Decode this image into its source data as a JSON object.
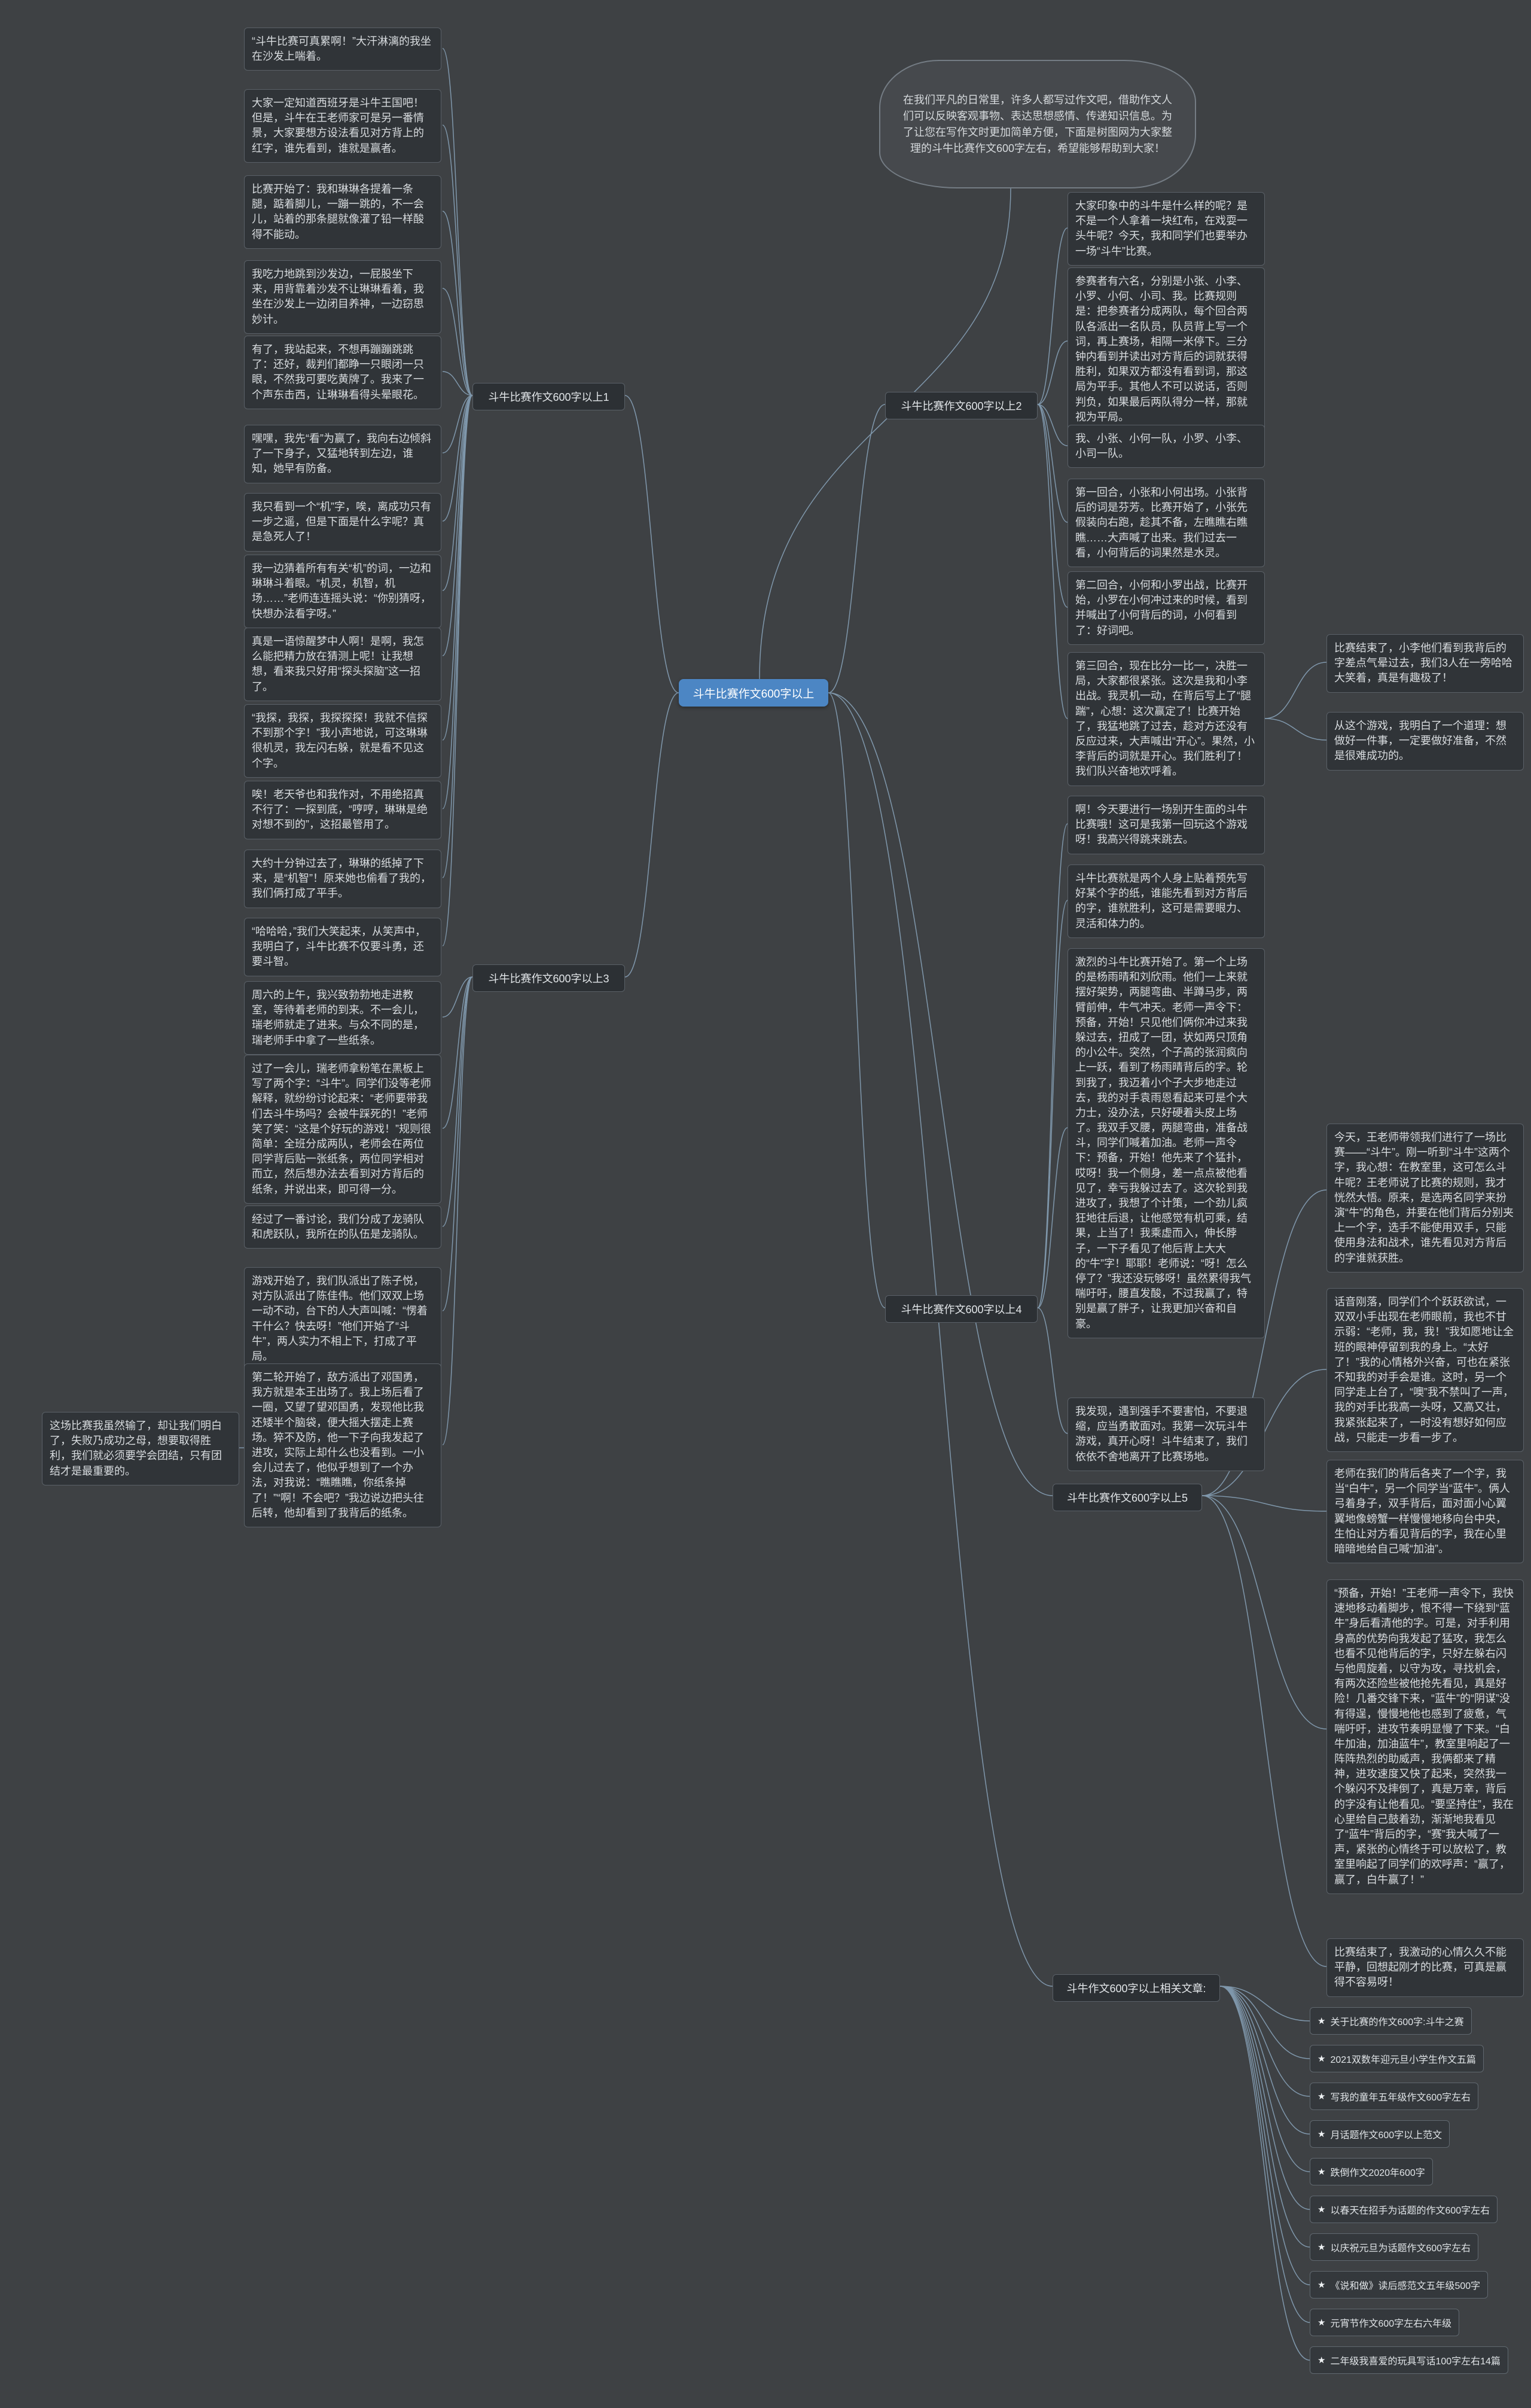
{
  "colors": {
    "background": "#3e4144",
    "node_background": "#303438",
    "root_node": "#4c86c4",
    "connector": "#8ba6bd"
  },
  "center": {
    "label": "斗牛比赛作文600字以上"
  },
  "intro": {
    "text": "在我们平凡的日常里，许多人都写过作文吧，借助作文人们可以反映客观事物、表达思想感情、传递知识信息。为了让您在写作文时更加简单方便，下面是树图网为大家整理的斗牛比赛作文600字左右，希望能够帮助到大家！"
  },
  "branches": [
    {
      "label": "斗牛比赛作文600字以上1",
      "nodes": [
        "“斗牛比赛可真累啊！”大汗淋漓的我坐在沙发上喘着。",
        "大家一定知道西班牙是斗牛王国吧！但是，斗牛在王老师家可是另一番情景，大家要想方设法看见对方背上的红字，谁先看到，谁就是赢者。",
        "比赛开始了：我和琳琳各提着一条腿，踮着脚儿，一蹦一跳的，不一会儿，站着的那条腿就像灌了铅一样酸得不能动。",
        "我吃力地跳到沙发边，一屁股坐下来，用背靠着沙发不让琳琳看着，我坐在沙发上一边闭目养神，一边窃思妙计。",
        "有了，我站起来，不想再蹦蹦跳跳了：还好，裁判们都睁一只眼闭一只眼，不然我可要吃黄牌了。我来了一个声东击西，让琳琳看得头晕眼花。",
        "嘿嘿，我先“看”为赢了，我向右边倾斜了一下身子，又猛地转到左边，谁知，她早有防备。",
        "我只看到一个“机”字，唉，离成功只有一步之遥，但是下面是什么字呢？真是急死人了！",
        "我一边猜着所有有关“机”的词，一边和琳琳斗着眼。“机灵，机智，机场……”老师连连摇头说：“你别猜呀，快想办法看字呀。”",
        "真是一语惊醒梦中人啊！是啊，我怎么能把精力放在猜测上呢！让我想想，看来我只好用“探头探脑”这一招了。",
        "“我探，我探，我探探探！我就不信探不到那个字！”我小声地说，可这琳琳很机灵，我左闪右躲，就是看不见这个字。",
        "唉！老天爷也和我作对，不用绝招真不行了：一探到底，“哼哼，琳琳是绝对想不到的”，这招最管用了。",
        "大约十分钟过去了，琳琳的纸掉了下来，是“机智”！原来她也偷看了我的，我们俩打成了平手。",
        "“哈哈哈，”我们大笑起来，从笑声中，我明白了，斗牛比赛不仅要斗勇，还要斗智。"
      ]
    },
    {
      "label": "斗牛比赛作文600字以上2",
      "nodes": [
        "大家印象中的斗牛是什么样的呢？是不是一个人拿着一块红布，在戏耍一头牛呢？今天，我和同学们也要举办一场“斗牛”比赛。",
        "参赛者有六名，分别是小张、小李、小罗、小何、小司、我。比赛规则是：把参赛者分成两队，每个回合两队各派出一名队员，队员背上写一个词，再上赛场，相隔一米停下。三分钟内看到并读出对方背后的词就获得胜利，如果双方都没有看到词，那这局为平手。其他人不可以说话，否则判负，如果最后两队得分一样，那就视为平局。",
        "我、小张、小何一队，小罗、小李、小司一队。",
        "第一回合，小张和小何出场。小张背后的词是芬芳。比赛开始了，小张先假装向右跑，趁其不备，左瞧瞧右瞧瞧……大声喊了出来。我们过去一看，小何背后的词果然是水灵。",
        "第二回合，小何和小罗出战，比赛开始，小罗在小何冲过来的时候，看到并喊出了小何背后的词，小何看到了：好词吧。",
        "第三回合，现在比分一比一，决胜一局，大家都很紧张。这次是我和小李出战。我灵机一动，在背后写上了“腿踹”，心想：这次赢定了！比赛开始了，我猛地跳了过去，趁对方还没有反应过来，大声喊出“开心”。果然，小李背后的词就是开心。我们胜利了！我们队兴奋地欢呼着。"
      ],
      "notes": [
        "比赛结束了，小李他们看到我背后的字差点气晕过去，我们3人在一旁哈哈大笑着，真是有趣极了！",
        "从这个游戏，我明白了一个道理：想做好一件事，一定要做好准备，不然是很难成功的。"
      ]
    },
    {
      "label": "斗牛比赛作文600字以上3",
      "nodes": [
        "周六的上午，我兴致勃勃地走进教室，等待着老师的到来。不一会儿，瑞老师就走了进来。与众不同的是，瑞老师手中拿了一些纸条。",
        "过了一会儿，瑞老师拿粉笔在黑板上写了两个字：“斗牛”。同学们没等老师解释，就纷纷讨论起来：“老师要带我们去斗牛场吗？会被牛踩死的！”老师笑了笑：“这是个好玩的游戏！”规则很简单：全班分成两队，老师会在两位同学背后贴一张纸条，两位同学相对而立，然后想办法去看到对方背后的纸条，并说出来，即可得一分。",
        "经过了一番讨论，我们分成了龙骑队和虎跃队，我所在的队伍是龙骑队。",
        "游戏开始了，我们队派出了陈子悦，对方队派出了陈佳伟。他们双双上场一动不动，台下的人大声叫喊：“愣着干什么？快去呀！”他们开始了“斗牛”，两人实力不相上下，打成了平局。",
        "第二轮开始了，敌方派出了邓国勇，我方就是本王出场了。我上场后看了一圈，又望了望邓国勇，发现他比我还矮半个脑袋，便大摇大摆走上赛场。猝不及防，他一下子向我发起了进攻，实际上却什么也没看到。一小会儿过去了，他似乎想到了一个办法，对我说：“瞧瞧瞧，你纸条掉了！”“啊！不会吧？”我边说边把头往后转，他却看到了我背后的纸条。",
        "这场比赛我虽然输了，却让我们明白了，失败乃成功之母，想要取得胜利，我们就必须要学会团结，只有团结才是最重要的。"
      ]
    },
    {
      "label": "斗牛比赛作文600字以上4",
      "nodes": [
        "啊！今天要进行一场别开生面的斗牛比赛哦！这可是我第一回玩这个游戏呀！我高兴得跳来跳去。",
        "斗牛比赛就是两个人身上贴着预先写好某个字的纸，谁能先看到对方背后的字，谁就胜利，这可是需要眼力、灵活和体力的。",
        "激烈的斗牛比赛开始了。第一个上场的是杨雨晴和刘欣雨。他们一上来就摆好架势，两腿弯曲、半蹲马步，两臂前伸，牛气冲天。老师一声令下：预备，开始！只见他们俩你冲过来我躲过去，扭成了一团，状如两只顶角的小公牛。突然，个子高的张润疯向上一跃，看到了杨雨晴背后的字。轮到我了，我迈着小个子大步地走过去，我的对手袁雨恩看起来可是个大力士，没办法，只好硬着头皮上场了。我双手叉腰，两腿弯曲，准备战斗，同学们喊着加油。老师一声令下：预备，开始！他先来了个猛扑，哎呀！我一个侧身，差一点点被他看见了，幸亏我躲过去了。这次轮到我进攻了，我想了个计策，一个劲儿疯狂地往后退，让他感觉有机可乘，结果，上当了！我乘虚而入，伸长脖子，一下子看见了他后背上大大的“牛”字！耶耶！老师说：“呀！怎么停了？”我还没玩够呀！虽然累得我气喘吁吁，腰直发酸，不过我赢了，特别是赢了胖子，让我更加兴奋和自豪。",
        "我发现，遇到强手不要害怕，不要退缩，应当勇敢面对。我第一次玩斗牛游戏，真开心呀！斗牛结束了，我们依依不舍地离开了比赛场地。"
      ]
    },
    {
      "label": "斗牛比赛作文600字以上5",
      "nodes": [
        "今天，王老师带领我们进行了一场比赛——“斗牛”。刚一听到“斗牛”这两个字，我心想：在教室里，这可怎么斗牛呢？王老师说了比赛的规则，我才恍然大悟。原来，是选两名同学来扮演“牛”的角色，并要在他们背后分别夹上一个字，选手不能使用双手，只能使用身法和战术，谁先看见对方背后的字谁就获胜。",
        "话音刚落，同学们个个跃跃欲试，一双双小手出现在老师眼前，我也不甘示弱：“老师，我，我！”我如愿地让全班的眼神停留到我的身上。“太好了！”我的心情格外兴奋，可也在紧张不知我的对手会是谁。这时，另一个同学走上台了，“噢”我不禁叫了一声，我的对手比我高一头呀，又高又壮，我紧张起来了，一时没有想好如何应战，只能走一步看一步了。",
        "老师在我们的背后各夹了一个字，我当“白牛”，另一个同学当“蓝牛”。俩人弓着身子，双手背后，面对面小心翼翼地像螃蟹一样慢慢地移向台中央，生怕让对方看见背后的字，我在心里暗暗地给自己喊“加油”。",
        "“预备，开始！”王老师一声令下，我快速地移动着脚步，恨不得一下绕到“蓝牛”身后看清他的字。可是，对手利用身高的优势向我发起了猛攻，我怎么也看不见他背后的字，只好左躲右闪与他周旋着，以守为攻，寻找机会，有两次还险些被他抢先看见，真是好险！几番交锋下来，“蓝牛”的“阴谋”没有得逞，慢慢地他也感到了疲惫，气喘吁吁，进攻节奏明显慢了下来。“白牛加油，加油蓝牛”，教室里响起了一阵阵热烈的助威声，我俩都来了精神，进攻速度又快了起来，突然我一个躲闪不及摔倒了，真是万幸，背后的字没有让他看见。“要坚持住”，我在心里给自己鼓着劲，渐渐地我看见了“蓝牛”背后的字，“赛”我大喊了一声，紧张的心情终于可以放松了，教室里响起了同学们的欢呼声：“赢了，赢了，白牛赢了！”",
        "比赛结束了，我激动的心情久久不能平静，回想起刚才的比赛，可真是赢得不容易呀！"
      ]
    }
  ],
  "related": {
    "label": "斗牛作文600字以上相关文章:",
    "star": "★",
    "articles": [
      "关于比赛的作文600字:斗牛之赛",
      "2021双数年迎元旦小学生作文五篇",
      "写我的童年五年级作文600字左右",
      "月话题作文600字以上范文",
      "跌倒作文2020年600字",
      "以春天在招手为话题的作文600字左右",
      "以庆祝元旦为话题作文600字左右",
      "《说和做》读后感范文五年级500字",
      "元宵节作文600字左右六年级",
      "二年级我喜爱的玩具写话100字左右14篇"
    ]
  }
}
